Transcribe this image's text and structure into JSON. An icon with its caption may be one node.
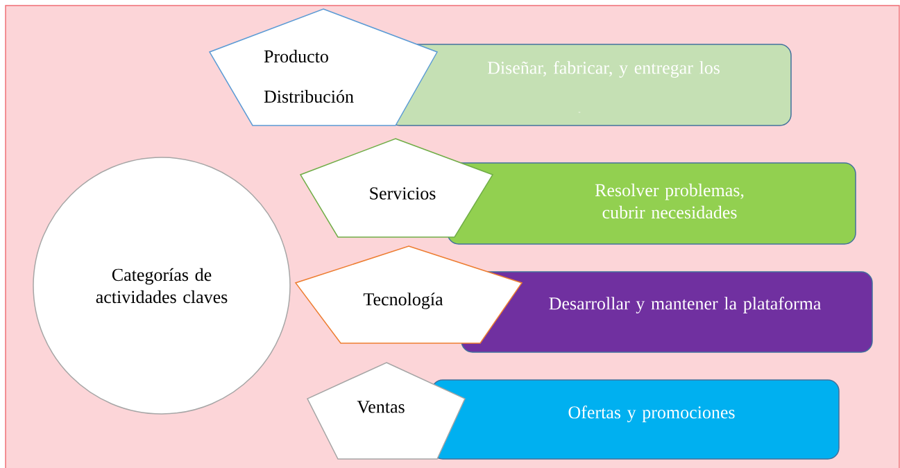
{
  "diagram": {
    "nodes": [
      {
        "text": [
          "Categorías de actividades claves"
        ]
      },
      {
        "text": [
          "Producto Distribución"
        ]
      },
      {
        "text": [
          "Diseñar, fabricar, y entregar los",
          "-"
        ]
      },
      {
        "text": [
          "Servicios"
        ]
      },
      {
        "text": [
          "Resolver problemas, cubrir necesidades"
        ]
      },
      {
        "text": [
          "Tecnología"
        ]
      },
      {
        "text": [
          "Desarrollar y mantener la plataforma"
        ]
      },
      {
        "text": [
          "Ventas"
        ]
      },
      {
        "text": [
          "Ofertas y promociones"
        ]
      }
    ]
  }
}
